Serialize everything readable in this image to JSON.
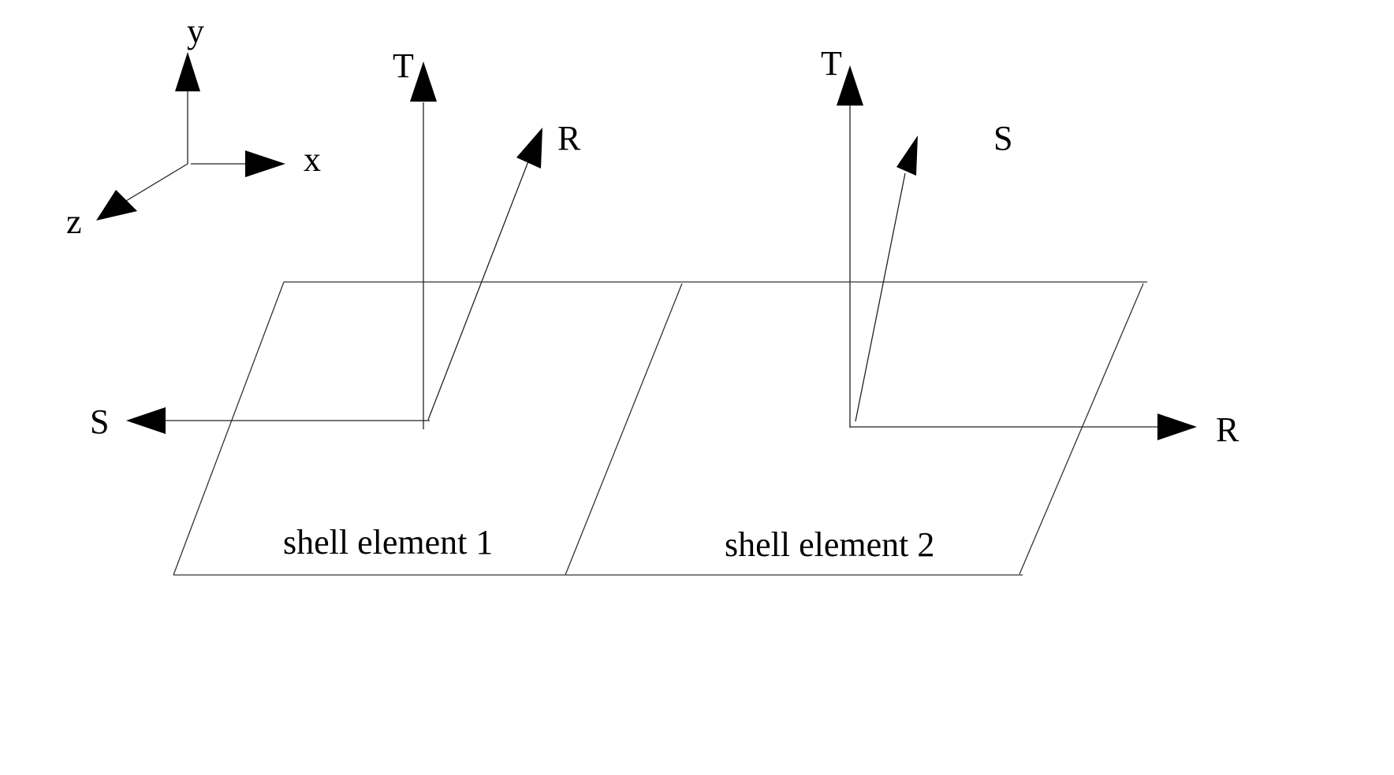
{
  "global_axes": {
    "x_label": "x",
    "y_label": "y",
    "z_label": "z"
  },
  "element1": {
    "caption": "shell element 1",
    "axes": {
      "t_label": "T",
      "r_label": "R",
      "s_label": "S"
    }
  },
  "element2": {
    "caption": "shell element 2",
    "axes": {
      "t_label": "T",
      "s_label": "S",
      "r_label": "R"
    }
  }
}
